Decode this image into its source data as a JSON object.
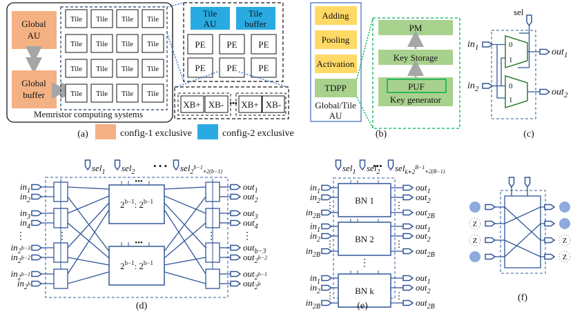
{
  "panel_a": {
    "caption": "(a)",
    "global_au": "Global AU",
    "global_au_lines": [
      "Global",
      "AU"
    ],
    "global_buffer_lines": [
      "Global",
      "buffer"
    ],
    "tile_label": "Tile",
    "tile_au_lines": [
      "Tile",
      "AU"
    ],
    "tile_buffer_lines": [
      "Tile",
      "buffer"
    ],
    "pe_label": "PE",
    "xb_plus": "XB+",
    "xb_minus": "XB-",
    "ellipsis": "•••",
    "system_label": "Memristor computing systems",
    "legend": [
      {
        "label": "config-1 exclusive",
        "color": "#f4b183"
      },
      {
        "label": "config-2 exclusive",
        "color": "#29abe2"
      }
    ]
  },
  "panel_b": {
    "caption": "(b)",
    "ops": [
      "Adding",
      "Pooling",
      "Activation",
      "TDPP"
    ],
    "au_label_lines": [
      "Global/Tile",
      "AU"
    ],
    "pm": "PM",
    "key_storage": "Key Storage",
    "puf": "PUF",
    "key_generator": "Key generator",
    "colors": {
      "yellow": "#ffd966",
      "green": "#a9d18e",
      "green_dark": "#00b050"
    }
  },
  "panel_c": {
    "caption": "(c)",
    "sel": "sel",
    "in1": "in",
    "in1_sub": "1",
    "in2": "in",
    "in2_sub": "2",
    "out1": "out",
    "out1_sub": "1",
    "out2": "out",
    "out2_sub": "2",
    "mux_0": "0",
    "mux_1": "1"
  },
  "panel_d": {
    "caption": "(d)",
    "sel1": "sel",
    "sel1_sub": "1",
    "sel2": "sel",
    "sel2_sub": "2",
    "sel_last": "sel",
    "sel_last_sub": "2",
    "sel_last_sup": "b−1",
    "sel_last_tail": "∗2(b−1)",
    "block_label": "2",
    "block_sup": "b−1",
    "block_sep": ": ",
    "inputs": [
      {
        "base": "in",
        "sub": "1"
      },
      {
        "base": "in",
        "sub": "2"
      },
      {
        "base": "in",
        "sub": "3"
      },
      {
        "base": "in",
        "sub": "4"
      },
      {
        "base": "in",
        "sub": "2^{b−3}"
      },
      {
        "base": "in",
        "sub": "2^{b−2}"
      },
      {
        "base": "in",
        "sub": "2^{b−1}"
      },
      {
        "base": "in",
        "sub": "2^{b}"
      }
    ],
    "outputs": [
      {
        "base": "out",
        "sub": "1"
      },
      {
        "base": "out",
        "sub": "2"
      },
      {
        "base": "out",
        "sub": "3"
      },
      {
        "base": "out",
        "sub": "4"
      },
      {
        "base": "out",
        "sub": "b−3"
      },
      {
        "base": "out",
        "sub": "2^{b−2}"
      },
      {
        "base": "out",
        "sub": "2^{b−1}"
      },
      {
        "base": "out",
        "sub": "2^{b}"
      }
    ]
  },
  "panel_e": {
    "caption": "(e)",
    "sel1": "sel",
    "sel1_sub": "1",
    "sel2": "sel",
    "sel2_sub": "2",
    "sel_last": "sel",
    "sel_last_sub": "k∗2",
    "sel_last_sup": "B−1",
    "sel_last_tail": "∗2(B−1)",
    "blocks": [
      "BN 1",
      "BN 2",
      "BN k"
    ],
    "in_labels": [
      {
        "base": "in",
        "sub": "1"
      },
      {
        "base": "in",
        "sub": "2"
      },
      {
        "base": "in",
        "sub": "2B"
      }
    ],
    "out_labels": [
      {
        "base": "out",
        "sub": "1"
      },
      {
        "base": "out",
        "sub": "2"
      },
      {
        "base": "out",
        "sub": "2B"
      }
    ]
  },
  "panel_f": {
    "caption": "(f)",
    "z": "Z"
  }
}
